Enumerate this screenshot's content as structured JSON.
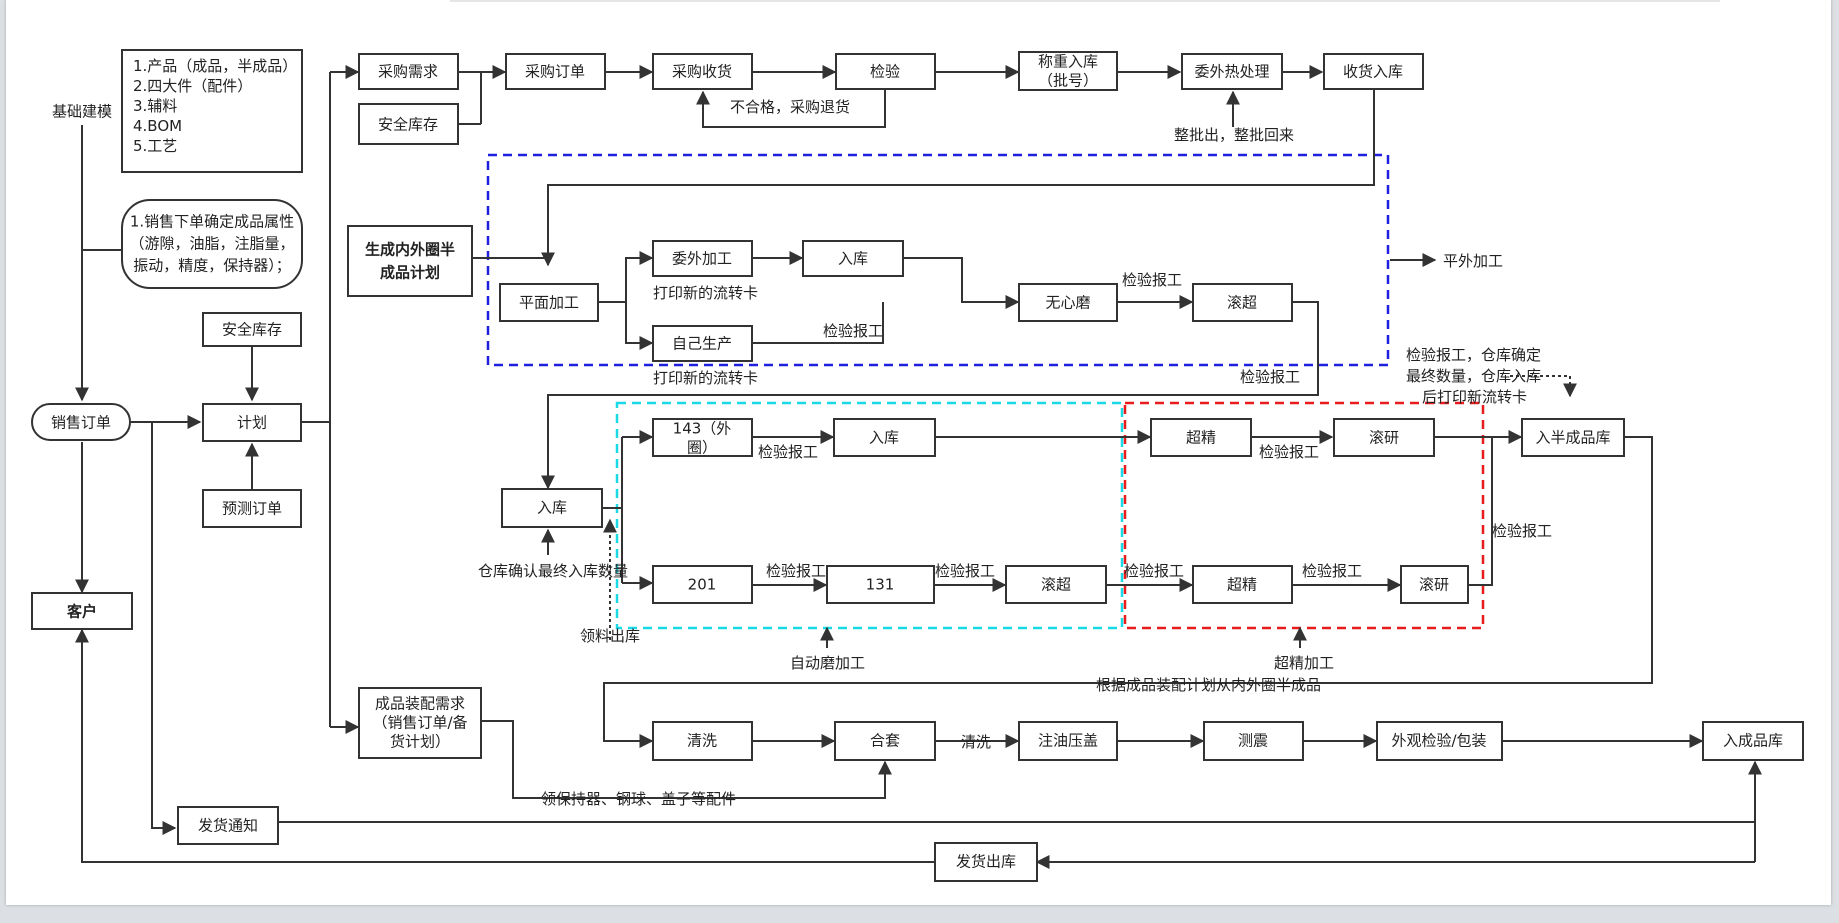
{
  "colors": {
    "blue_dashed": "#1f1fe0",
    "cyan_dashed": "#19d9e6",
    "red_dashed": "#e81c1c",
    "line": "#333333"
  },
  "nodes": {
    "base_modeling": "基础建模",
    "master_list": [
      "1.产品（成品，半成品）",
      "2.四大件（配件）",
      "3.辅料",
      "4.BOM",
      "5.工艺"
    ],
    "sales_note": [
      "1.销售下单确定成品属性",
      "（游隙，油脂，注脂量，",
      "振动，精度，保持器）；"
    ],
    "sales_order": "销售订单",
    "customer": "客户",
    "safety_stock_plan": "安全库存",
    "plan": "计划",
    "forecast_order": "预测订单",
    "purchase_demand": "采购需求",
    "safety_stock_purchase": "安全库存",
    "purchase_order": "采购订单",
    "purchase_receipt": "采购收货",
    "inspection": "检验",
    "weigh_in": [
      "称重入库",
      "（批号）"
    ],
    "outsourced_heat": "委外热处理",
    "receive_in": "收货入库",
    "ring_plan": [
      "生成内外圈半",
      "成品计划"
    ],
    "flat_machining": "平面加工",
    "outsourced_machining": "委外加工",
    "in_stock_a": "入库",
    "self_production": "自己生产",
    "centerless_grinding": "无心磨",
    "roll_super_a": "滚超",
    "in_stock_b": "入库",
    "op_143": [
      "143（外",
      "圈）"
    ],
    "in_stock_c": "入库",
    "op_201": "201",
    "op_131": "131",
    "roll_super_b": "滚超",
    "superfinish_a": "超精",
    "roll_grind_a": "滚研",
    "superfinish_b": "超精",
    "roll_grind_b": "滚研",
    "semi_finished_in": "入半成品库",
    "assembly_demand": [
      "成品装配需求",
      "（销售订单/备",
      "货计划）"
    ],
    "cleaning": "清洗",
    "matching": "合套",
    "oil_press_cap": "注油压盖",
    "vibration_test": "测震",
    "visual_pack": "外观检验/包装",
    "finished_in": "入成品库",
    "ship_notice": "发货通知",
    "ship_out": "发货出库"
  },
  "labels": {
    "reject_return": "不合格，采购退货",
    "batch_out_in": "整批出，整批回来",
    "flat_outsource": "平外加工",
    "print_card_a": "打印新的流转卡",
    "print_card_b": "打印新的流转卡",
    "inspect_report_a": "检验报工",
    "inspect_report_b": "检验报工",
    "inspect_report_c": "检验报工",
    "inspect_report_143": "检验报工",
    "inspect_report_201": "检验报工",
    "inspect_report_131": "检验报工",
    "inspect_report_red_in": "检验报工",
    "inspect_report_sf_a": "检验报工",
    "inspect_report_sf_b": "检验报工",
    "inspect_report_right": "检验报工",
    "warehouse_note": [
      "检验报工，仓库确定",
      "最终数量，仓库入库",
      "后打印新流转卡"
    ],
    "warehouse_confirm": "仓库确认最终入库数量",
    "material_out": "领料出库",
    "auto_grinding": "自动磨加工",
    "superfinish_work": "超精加工",
    "assembly_from_ring": "根据成品装配计划从内外圈半成品",
    "cleaning_label": "清洗",
    "collect_parts": "领保持器、钢球、盖子等配件"
  }
}
